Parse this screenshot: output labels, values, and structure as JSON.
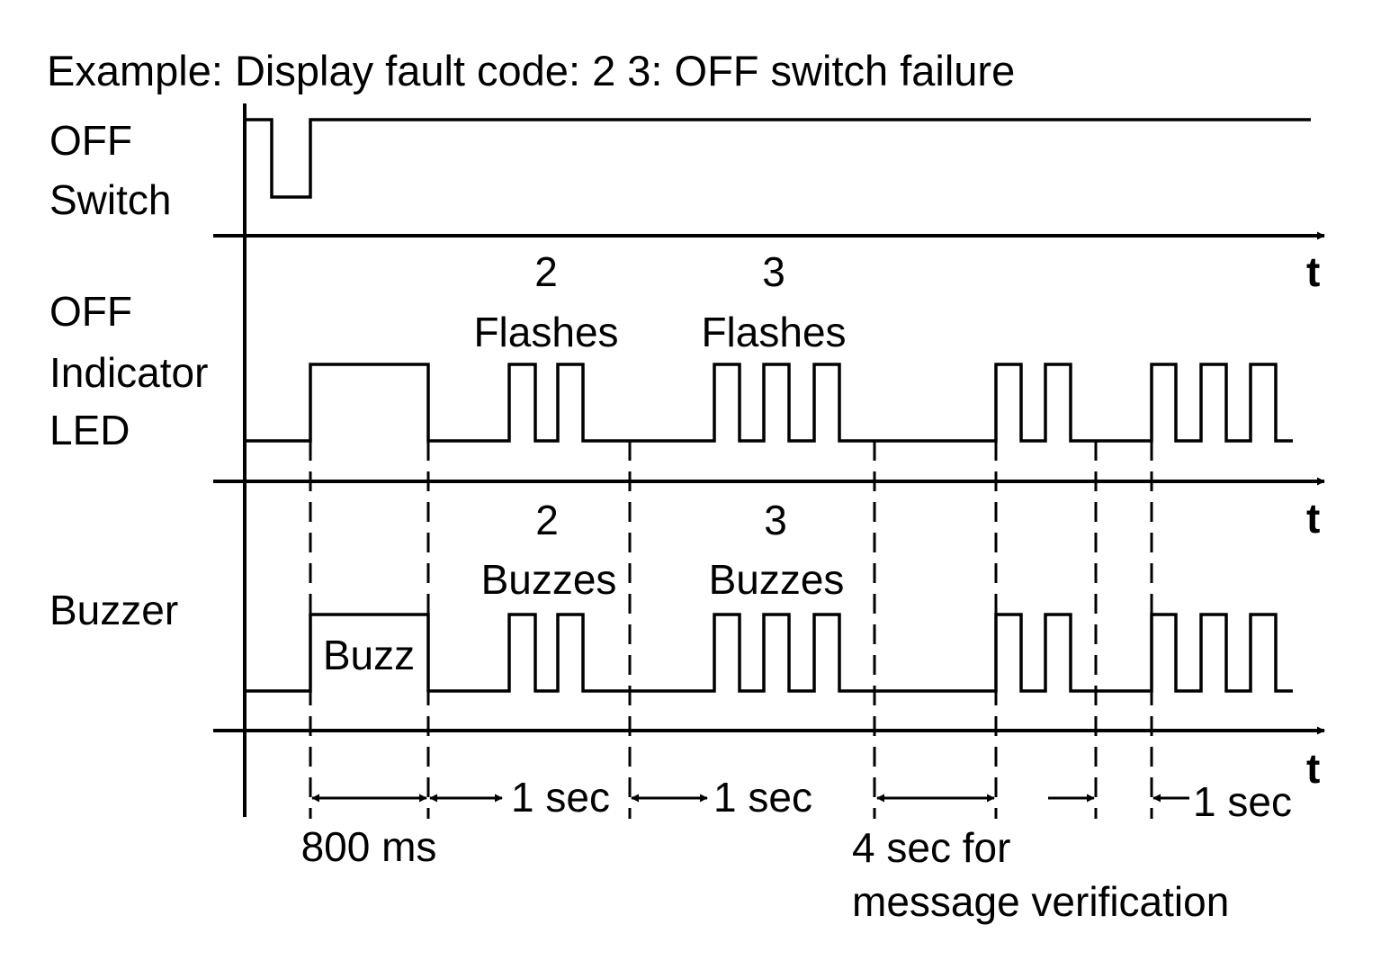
{
  "title": "Example: Display fault code: 2   3: OFF switch failure",
  "signals": {
    "off_switch": [
      "OFF",
      "Switch"
    ],
    "off_led": [
      "OFF",
      "Indicator",
      "LED"
    ],
    "buzzer": [
      "Buzzer"
    ]
  },
  "axis_label": "t",
  "annotations": {
    "flash2_num": "2",
    "flash2_word": "Flashes",
    "flash3_num": "3",
    "flash3_word": "Flashes",
    "buzz2_num": "2",
    "buzz2_word": "Buzzes",
    "buzz3_num": "3",
    "buzz3_word": "Buzzes",
    "buzz": "Buzz"
  },
  "timing": {
    "t800": "800 ms",
    "sec1_a": "1 sec",
    "sec1_b": "1 sec",
    "sec1_c": "1 sec",
    "sec4_line1": "4 sec for",
    "sec4_line2": "message verification"
  }
}
